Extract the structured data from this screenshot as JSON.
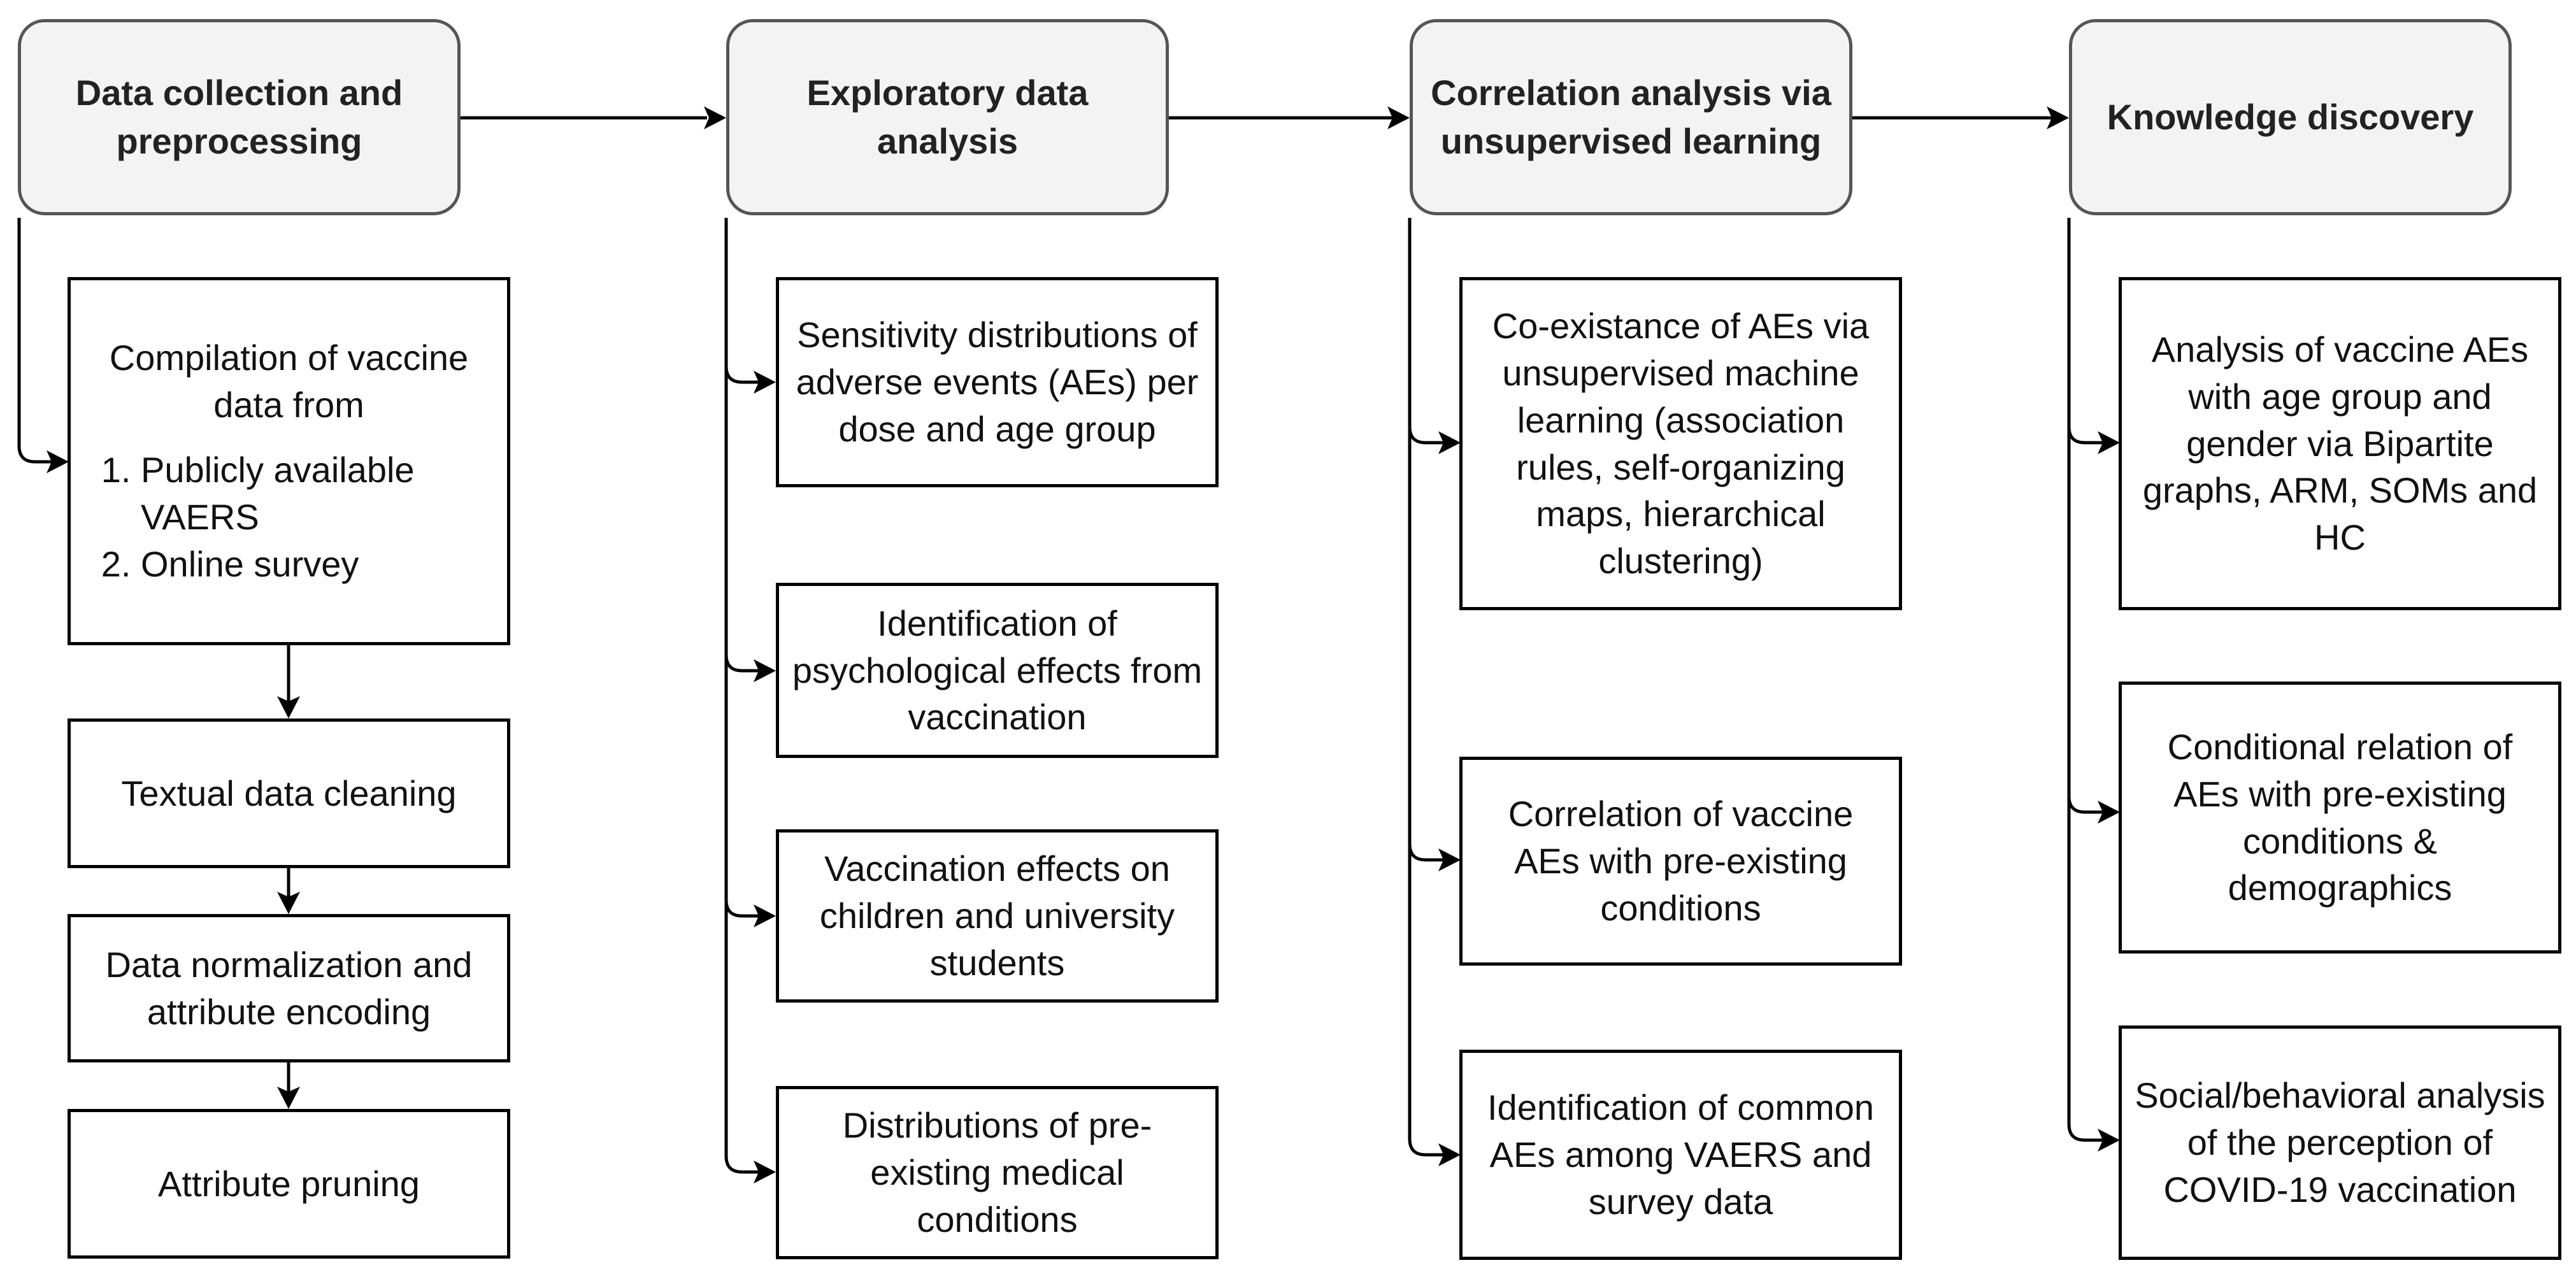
{
  "stages": [
    {
      "title": "Data collection and preprocessing",
      "boxes": [
        {
          "text": "Compilation of vaccine data from",
          "list": [
            "Publicly available VAERS",
            "Online survey"
          ]
        },
        {
          "text": "Textual data cleaning"
        },
        {
          "text": "Data normalization and attribute encoding"
        },
        {
          "text": "Attribute pruning"
        }
      ]
    },
    {
      "title": "Exploratory data analysis",
      "boxes": [
        {
          "text": "Sensitivity distributions of adverse events (AEs) per dose and age group"
        },
        {
          "text": "Identification of psychological effects from vaccination"
        },
        {
          "text": "Vaccination effects on children and university students"
        },
        {
          "text": "Distributions of pre-existing medical conditions"
        }
      ]
    },
    {
      "title": "Correlation analysis via unsupervised learning",
      "boxes": [
        {
          "text": "Co-existance of AEs via unsupervised machine learning (association rules, self-organizing maps, hierarchical clustering)"
        },
        {
          "text": "Correlation of vaccine AEs with pre-existing conditions"
        },
        {
          "text": "Identification of common AEs among VAERS and survey data"
        }
      ]
    },
    {
      "title": "Knowledge discovery",
      "boxes": [
        {
          "text": "Analysis of vaccine AEs with age group and gender via Bipartite graphs, ARM, SOMs and HC"
        },
        {
          "text": "Conditional relation of AEs with pre-existing conditions & demographics"
        },
        {
          "text": "Social/behavioral analysis of the perception of COVID-19 vaccination"
        }
      ]
    }
  ],
  "colors": {
    "header_fill": "#f3f3f3",
    "header_border": "#555555",
    "box_border": "#000000",
    "arrow": "#000000"
  }
}
